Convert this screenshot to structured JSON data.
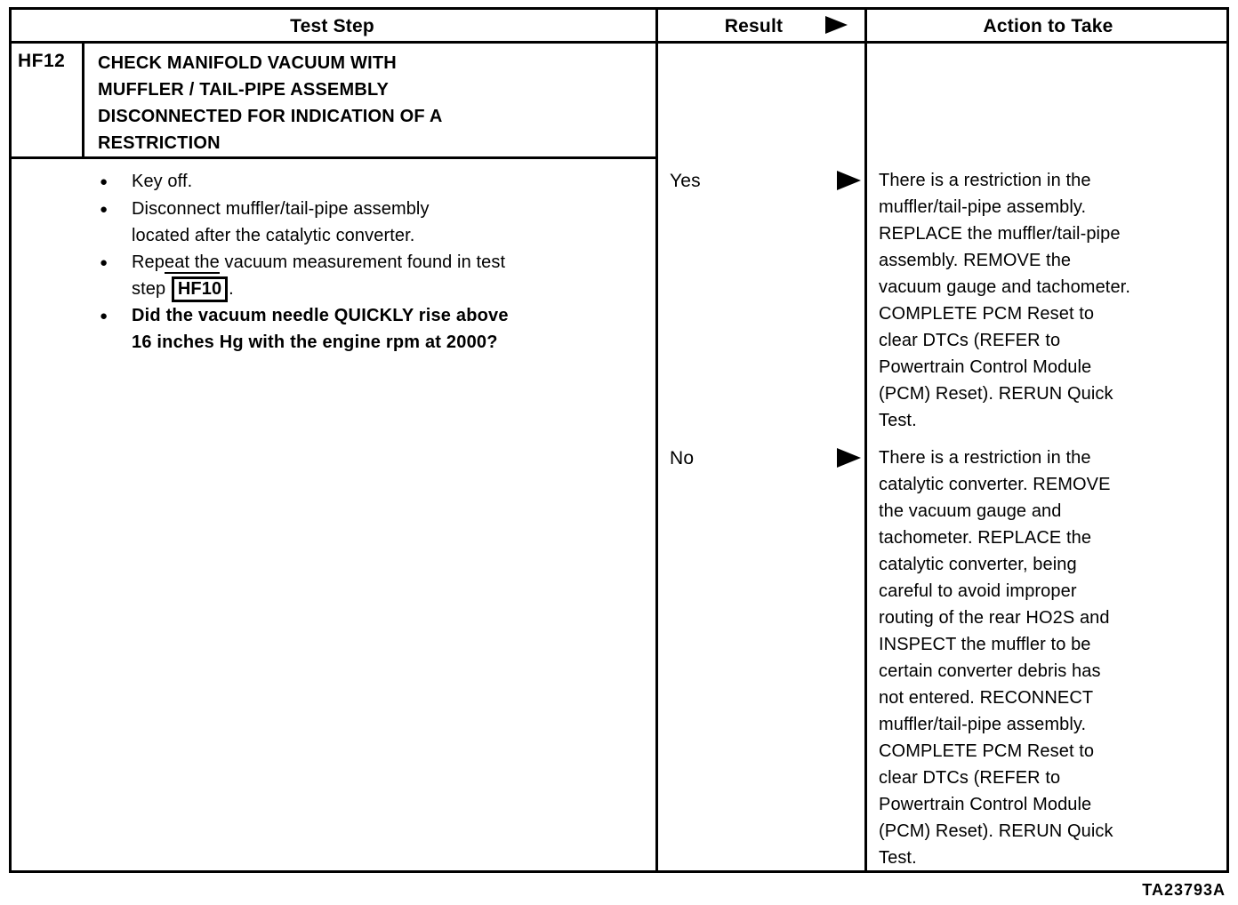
{
  "table": {
    "headers": {
      "test_step": "Test Step",
      "result": "Result",
      "action": "Action to Take"
    },
    "test_step": {
      "id": "HF12",
      "title": "CHECK MANIFOLD VACUUM WITH\nMUFFLER / TAIL-PIPE ASSEMBLY\nDISCONNECTED FOR INDICATION OF A\nRESTRICTION",
      "bullet_glyph": "●",
      "bullets": [
        {
          "text": "Key off."
        },
        {
          "text": "Disconnect muffler/tail-pipe assembly\nlocated after the catalytic converter."
        },
        {
          "pre": "Rep",
          "underlined": "eat the",
          "mid": " vacuum measurement found in test\nstep ",
          "link": "HF10",
          "post": "."
        },
        {
          "text": "Did the vacuum needle QUICKLY rise above\n16 inches Hg with the engine rpm at 2000?"
        }
      ]
    },
    "results": [
      {
        "label": "Yes",
        "action": "There is a restriction in the\nmuffler/tail-pipe assembly.\nREPLACE the muffler/tail-pipe\nassembly. REMOVE the\nvacuum gauge and tachometer.\nCOMPLETE PCM Reset to\nclear DTCs (REFER to\nPowertrain Control Module\n(PCM) Reset). RERUN Quick\nTest."
      },
      {
        "label": "No",
        "action": "There is a restriction in the\ncatalytic converter. REMOVE\nthe vacuum gauge and\ntachometer. REPLACE the\ncatalytic converter, being\ncareful to avoid improper\nrouting of the rear HO2S and\nINSPECT the muffler to be\ncertain converter debris has\nnot entered. RECONNECT\nmuffler/tail-pipe assembly.\nCOMPLETE PCM Reset to\nclear DTCs (REFER to\nPowertrain Control Module\n(PCM) Reset). RERUN Quick\nTest."
      }
    ]
  },
  "figure_code": "TA23793A"
}
